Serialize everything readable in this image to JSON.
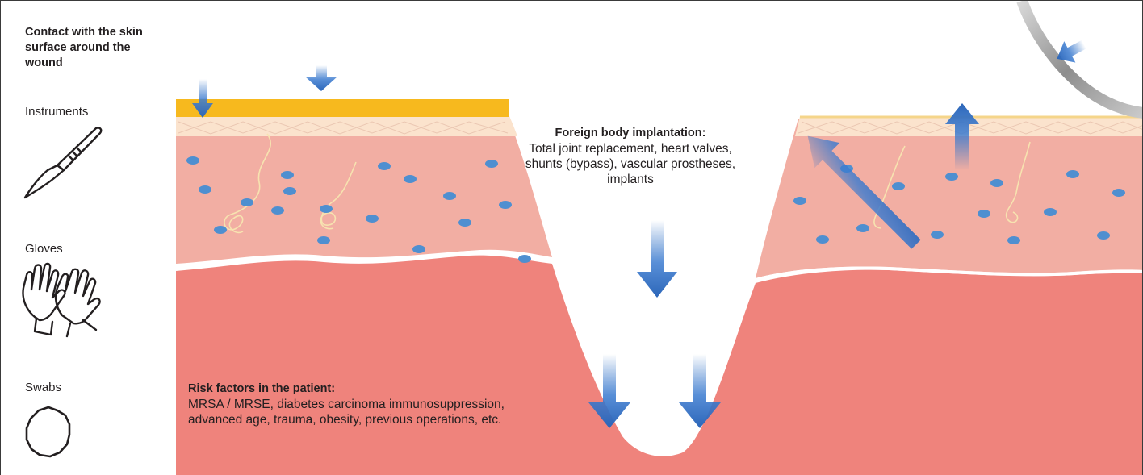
{
  "sidebar": {
    "title": "Contact with the skin surface around the wound",
    "items": [
      {
        "label": "Instruments",
        "icon": "scalpel-icon"
      },
      {
        "label": "Gloves",
        "icon": "gloves-icon"
      },
      {
        "label": "Swabs",
        "icon": "swab-icon"
      }
    ]
  },
  "callouts": {
    "foreign_body": {
      "title": "Foreign body implantation:",
      "lines": [
        "Total joint replacement, heart valves,",
        "shunts (bypass), vascular prostheses,",
        "implants"
      ]
    },
    "risk_factors": {
      "title": "Risk factors in the patient:",
      "lines": [
        "MRSA / MRSE, diabetes carcinoma immunosuppression,",
        "advanced age, trauma, obesity, previous operations, etc."
      ]
    }
  },
  "colors": {
    "dermis": "#f2aea3",
    "subcutis": "#ef837c",
    "epidermis": "#fbe3cd",
    "drape": "#f7b91e",
    "cell": "#4f8fd0",
    "arrow": "#2f6fc4",
    "ring": "#a8a8a8"
  }
}
